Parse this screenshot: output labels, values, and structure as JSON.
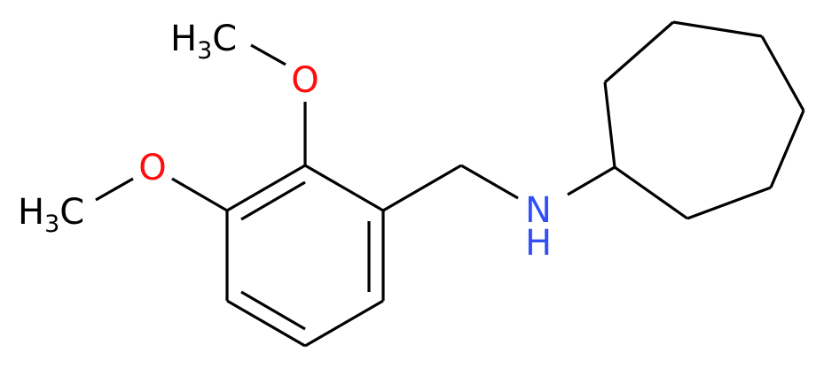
{
  "molecule": {
    "atoms": {
      "methyl_top": {
        "main": "H",
        "sub": "3",
        "tail": "C"
      },
      "methyl_left": {
        "main": "H",
        "sub": "3",
        "tail": "C"
      },
      "oxygen_top": "O",
      "oxygen_left": "O",
      "nitrogen": "N",
      "nitrogen_h": "H"
    },
    "colors": {
      "bond": "#000000",
      "carbon": "#000000",
      "oxygen": "#ff0d0d",
      "nitrogen": "#3050f8"
    }
  }
}
